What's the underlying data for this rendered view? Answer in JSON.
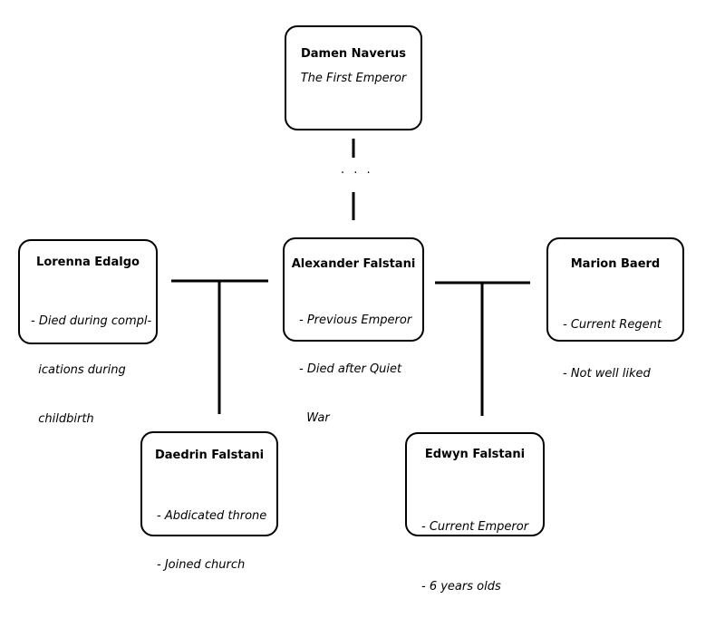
{
  "people": {
    "damen": {
      "name": "Damen Naverus",
      "subtitle": "The First Emperor"
    },
    "alexander": {
      "name": "Alexander Falstani",
      "details": [
        "- Previous Emperor",
        "- Died after Quiet",
        "  War"
      ]
    },
    "lorenna": {
      "name": "Lorenna Edalgo",
      "details": [
        "- Died during compl-",
        "  ications during",
        "  childbirth"
      ]
    },
    "marion": {
      "name": "Marion Baerd",
      "details": [
        "- Current Regent",
        "- Not well liked"
      ]
    },
    "daedrin": {
      "name": "Daedrin Falstani",
      "details": [
        "- Abdicated throne",
        "- Joined church"
      ]
    },
    "edwyn": {
      "name": "Edwyn Falstani",
      "details": [
        "- Current Emperor",
        "- 6 years olds"
      ]
    }
  },
  "gap_marker": ". . ."
}
